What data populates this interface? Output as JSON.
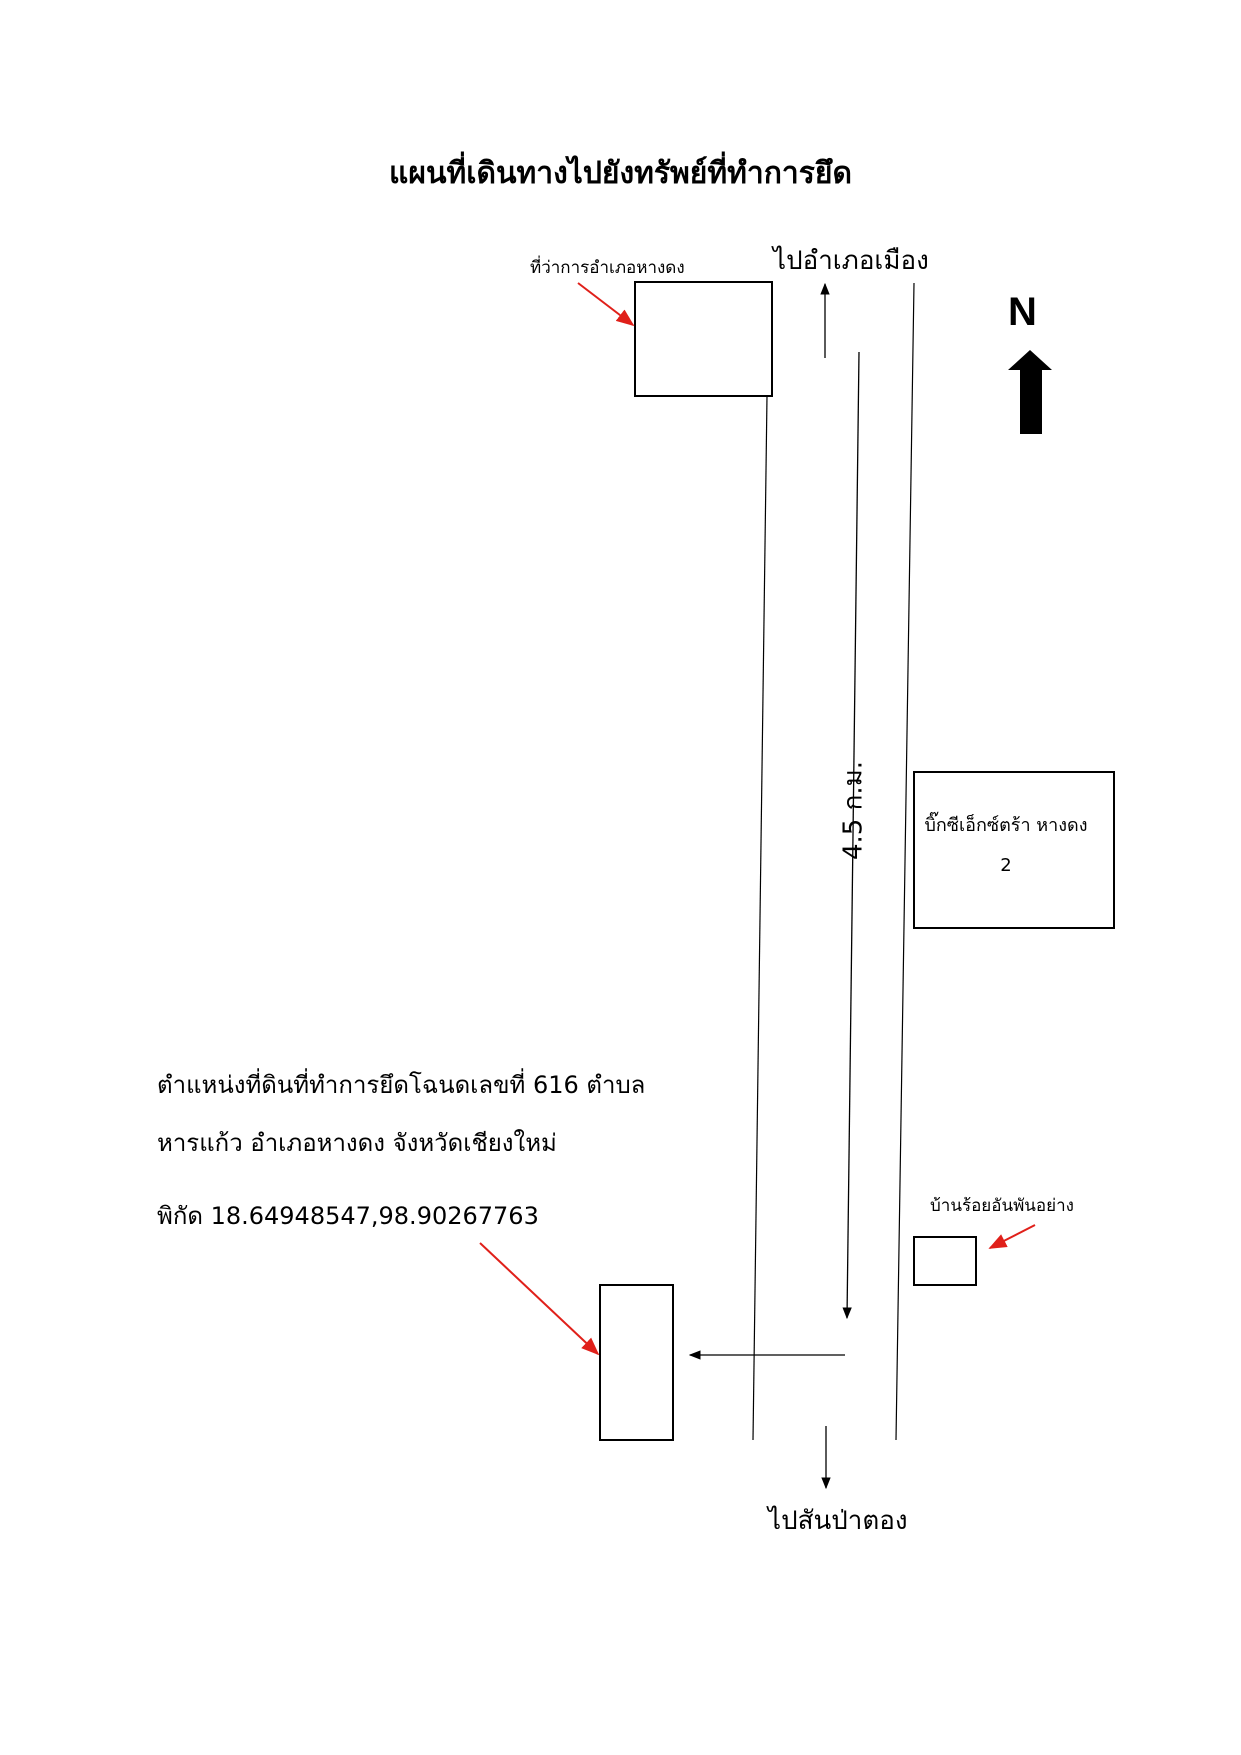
{
  "title": "แผนที่เดินทางไปยังทรัพย์ที่ทำการยึด",
  "labels": {
    "to_city": "ไปอำเภอเมือง",
    "district_office": "ที่ว่าการอำเภอหางดง",
    "north": "N",
    "distance": "4.5 ก.ม.",
    "bigc_line1": "บิ๊กซีเอ็กซ์ตร้า หางดง",
    "bigc_line2": "2",
    "village": "บ้านร้อยอันพันอย่าง",
    "to_sanpatong": "ไปสันป่าตอง"
  },
  "description": {
    "line1": "ตำแหน่งที่ดินที่ทำการยึดโฉนดเลขที่ 616 ตำบล",
    "line2": "หารแก้ว อำเภอหางดง จังหวัดเชียงใหม่",
    "line3": "พิกัด 18.64948547,98.90267763"
  },
  "colors": {
    "pointer_arrow": "#e0201a",
    "lines": "#000000"
  },
  "icons": {
    "north_arrow": "north-arrow-icon"
  }
}
